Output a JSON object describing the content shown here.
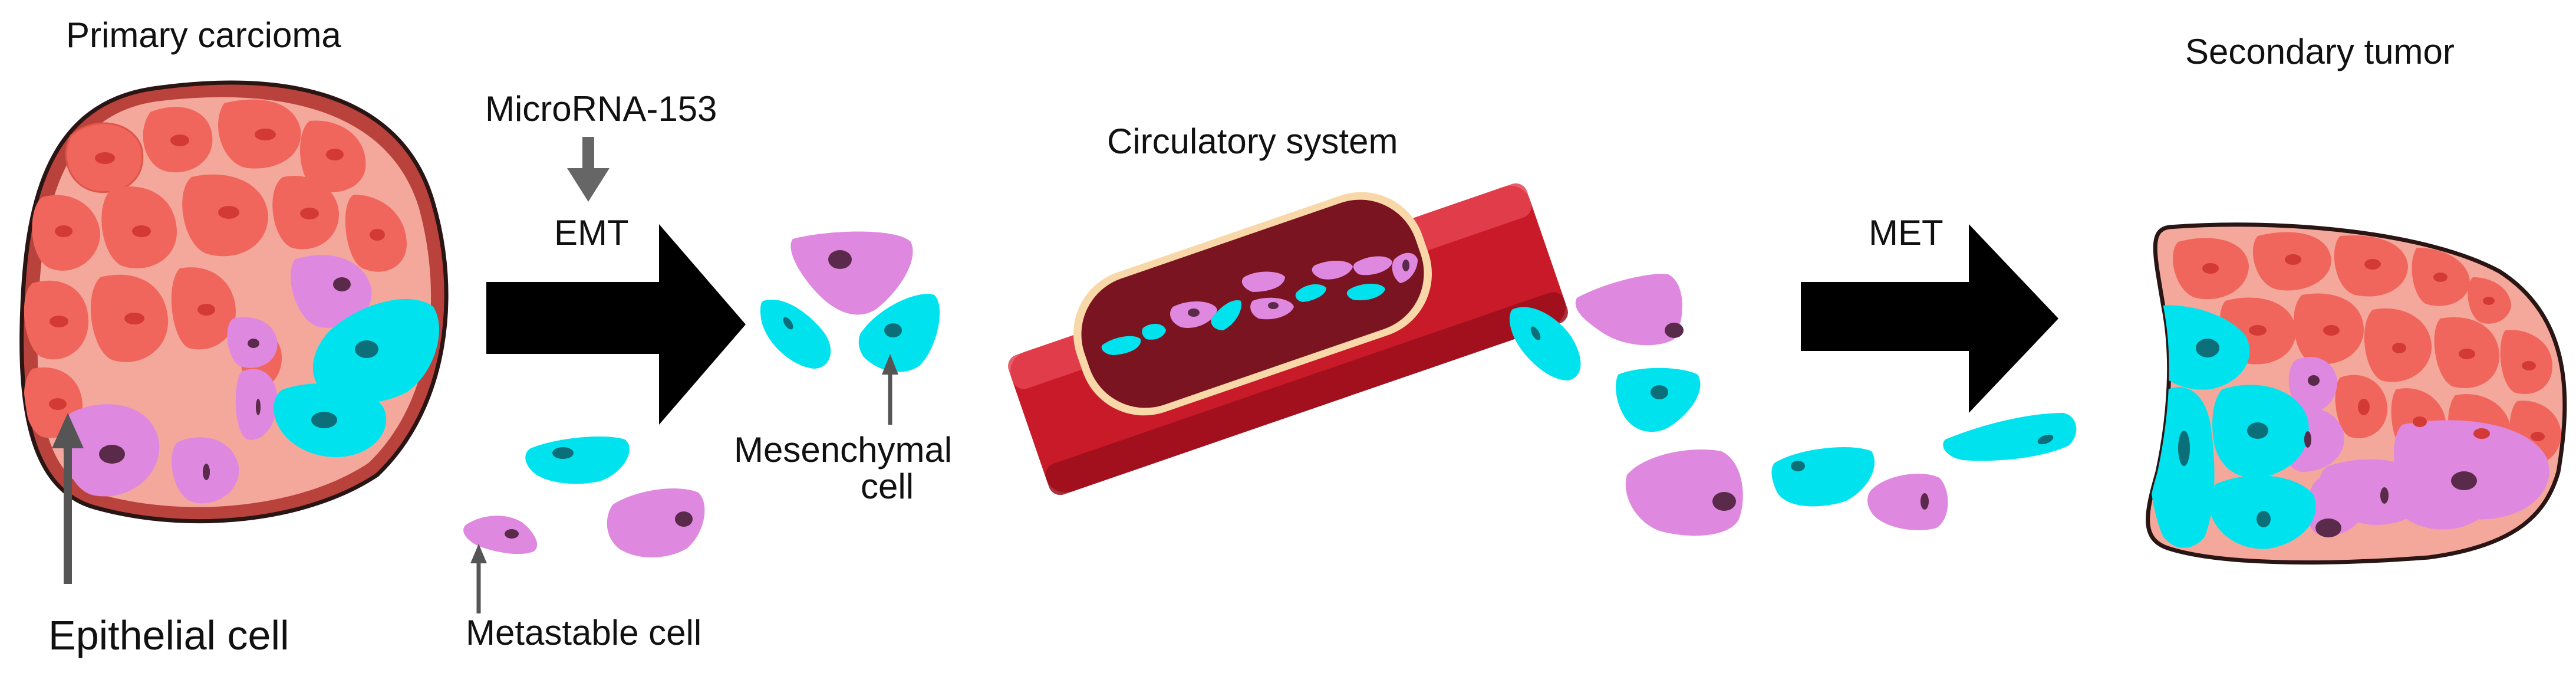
{
  "labels": {
    "primary": "Primary carcioma",
    "microrna": "MicroRNA-153",
    "emt": "EMT",
    "circulatory": "Circulatory system",
    "met": "MET",
    "secondary": "Secondary tumor",
    "epithelial": "Epithelial cell",
    "mesenchymal_1": "Mesenchymal",
    "mesenchymal_2": "cell",
    "metastable": "Metastable cell"
  },
  "colors": {
    "epithelial": "#f0665c",
    "mesenchymal": "#00e3ee",
    "metastable": "#df88df",
    "tissue": "#f4a89c",
    "vessel": "#c81a28",
    "arrow": "#000000",
    "pointer": "#555555"
  }
}
